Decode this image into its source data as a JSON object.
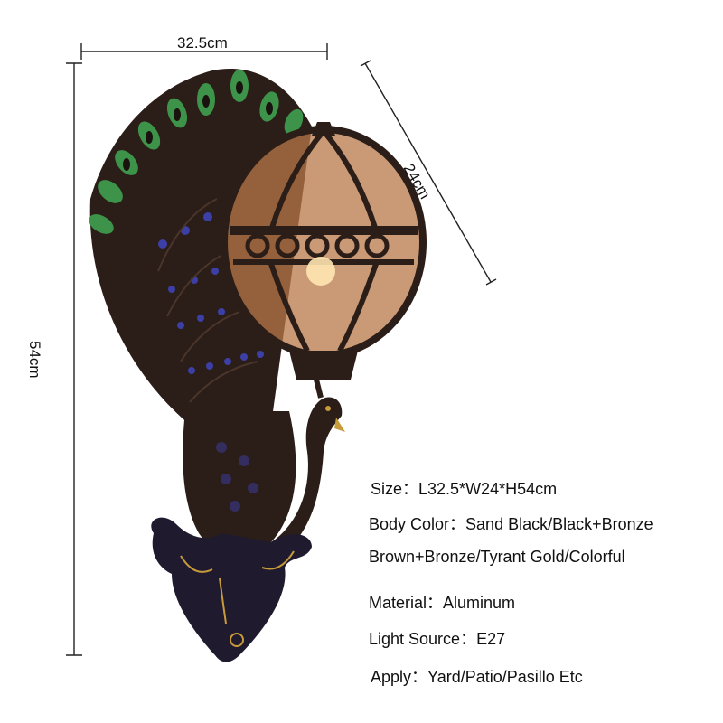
{
  "dimensions": {
    "width_label": "32.5cm",
    "depth_label": "24cm",
    "height_label": "54cm"
  },
  "specs": {
    "size": "Size：L32.5*W24*H54cm",
    "body_color": "Body Color：Sand Black/Black+Bronze",
    "body_color_cont": "Brown+Bronze/Tyrant Gold/Colorful",
    "material": "Material：Aluminum",
    "light_source": "Light Source：E27",
    "apply": "Apply：Yard/Patio/Pasillo Etc"
  },
  "product": {
    "icon": "peacock-wall-lamp-icon",
    "colors": {
      "body": "#2b1d17",
      "feather_green": "#3f9a4c",
      "eye_blue": "#3c3fa6",
      "globe_amber": "#b8784a",
      "accent_gold": "#c79a3a"
    }
  }
}
